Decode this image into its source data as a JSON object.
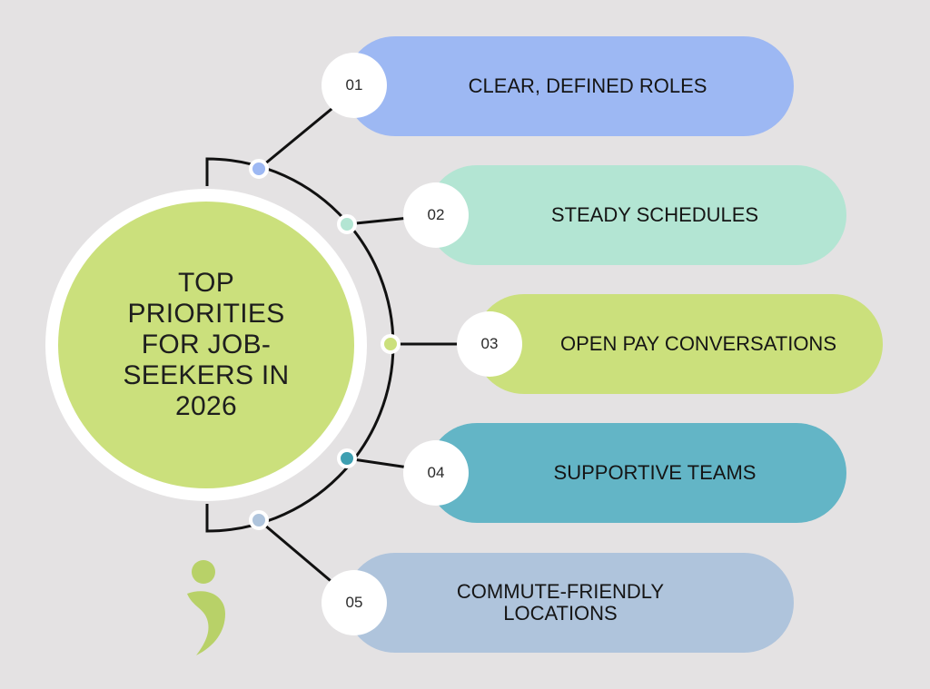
{
  "title": "TOP PRIORITIES FOR JOB-SEEKERS IN 2026",
  "items": [
    {
      "number": "01",
      "label": "CLEAR, DEFINED ROLES",
      "color": "#9db8f3"
    },
    {
      "number": "02",
      "label": "STEADY SCHEDULES",
      "color": "#b3e5d3"
    },
    {
      "number": "03",
      "label": "OPEN PAY CONVERSATIONS",
      "color": "#cbe07c"
    },
    {
      "number": "04",
      "label": "SUPPORTIVE TEAMS",
      "color": "#63b5c6"
    },
    {
      "number": "05",
      "label": "COMMUTE-FRIENDLY LOCATIONS",
      "color": "#afc4dc"
    }
  ],
  "colors": {
    "background": "#e4e2e3",
    "hub": "#cbe07c",
    "dot_colors": [
      "#9db8f3",
      "#b3e5d3",
      "#cbe07c",
      "#3e9fb1",
      "#afc4dc"
    ],
    "logo": "#b8d168"
  },
  "logo_icon": "person-logo-icon"
}
